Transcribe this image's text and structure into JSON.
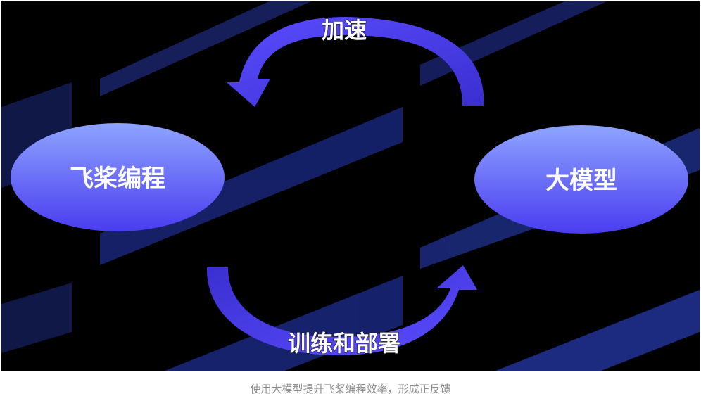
{
  "diagram": {
    "nodes": {
      "left": {
        "label": "飞桨编程"
      },
      "right": {
        "label": "大模型"
      }
    },
    "edges": {
      "top": {
        "label": "加速"
      },
      "bottom": {
        "label": "训练和部署"
      }
    }
  },
  "caption": "使用大模型提升飞桨编程效率，形成正反馈",
  "colors": {
    "background": "#000000",
    "stripe": "#1b2a7a",
    "node_top": "#8ca0ff",
    "node_bottom": "#4a3cf0",
    "arrow": "#4a3ce8",
    "label": "#ffffff",
    "caption": "#8c8c8c"
  }
}
